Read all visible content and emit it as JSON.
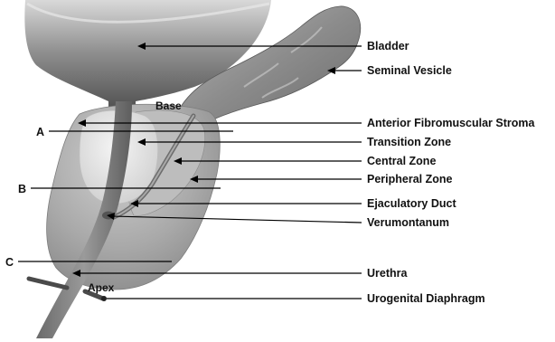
{
  "labels_right": [
    {
      "key": "bladder",
      "text": "Bladder"
    },
    {
      "key": "seminal-vesicle",
      "text": "Seminal Vesicle"
    },
    {
      "key": "anterior-fibromuscular-stroma",
      "text": "Anterior Fibromuscular Stroma"
    },
    {
      "key": "transition-zone",
      "text": "Transition Zone"
    },
    {
      "key": "central-zone",
      "text": "Central Zone"
    },
    {
      "key": "peripheral-zone",
      "text": "Peripheral Zone"
    },
    {
      "key": "ejaculatory-duct",
      "text": "Ejaculatory Duct"
    },
    {
      "key": "verumontanum",
      "text": "Verumontanum"
    },
    {
      "key": "urethra",
      "text": "Urethra"
    },
    {
      "key": "urogenital-diaphragm",
      "text": "Urogenital Diaphragm"
    }
  ],
  "labels_left": [
    {
      "key": "section-a",
      "text": "A"
    },
    {
      "key": "section-b",
      "text": "B"
    },
    {
      "key": "section-c",
      "text": "C"
    }
  ],
  "labels_inline": [
    {
      "key": "base",
      "text": "Base"
    },
    {
      "key": "apex",
      "text": "Apex"
    }
  ]
}
